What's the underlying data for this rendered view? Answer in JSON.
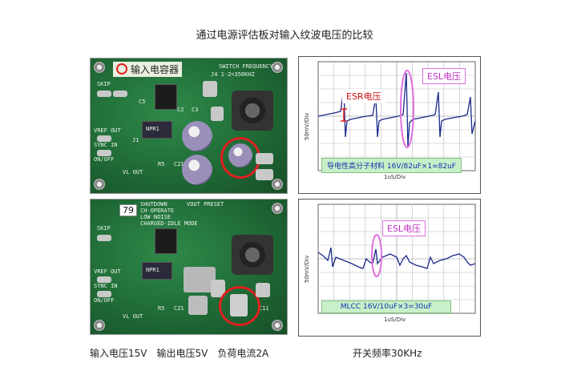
{
  "title": "通过电源评估板对输入纹波电压的比较",
  "top_board": {
    "legend": "输入电容器",
    "silk": [
      "SWITCH FREQUENCY",
      "J4 1-2=350KHZ",
      "SKIP",
      "VREF OUT",
      "SYNC IN",
      "ON/OFF",
      "VL OUT",
      "C5",
      "C2",
      "C3",
      "J1",
      "R5",
      "C21",
      "NPR1"
    ]
  },
  "bottom_board": {
    "label": "79",
    "silk": [
      "SHUTDOWN",
      "VOUT PRESET",
      "CH-OPERATE",
      "LOW NOISE",
      "CHARGED-IDLE MODE",
      "SKIP",
      "VREF OUT",
      "SYNC IN",
      "ON/OFF",
      "VL OUT",
      "R5",
      "C21",
      "C11",
      "NPR1"
    ]
  },
  "top_scope": {
    "ylabel": "50mV/Div",
    "xlabel": "1uS/Div",
    "esr_label": "ESR电压",
    "esl_label": "ESL电压",
    "note": "导电性高分子材料 16V/82uF×1=82uF"
  },
  "bottom_scope": {
    "ylabel": "50mV/Div",
    "xlabel": "1uS/Div",
    "esl_label": "ESL电压",
    "note": "MLCC 16V/10uF×3=30uF"
  },
  "captions": {
    "conditions": "输入电压15V　输出电压5V　负荷电流2A",
    "frequency": "开关频率30KHz"
  },
  "colors": {
    "trace": "#1a2a8a",
    "highlight_ring": "#e02020",
    "esl_ring": "#e070e0",
    "note_bg": "#c8f0c8"
  }
}
